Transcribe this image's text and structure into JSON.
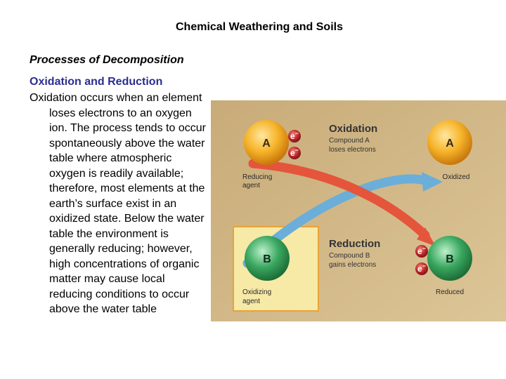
{
  "slide": {
    "title": "Chemical Weathering and Soils",
    "subtitle": "Processes of Decomposition",
    "heading": "Oxidation and Reduction",
    "body": "Oxidation occurs when an element loses electrons to an oxygen ion. The process tends to occur spontaneously above the water table where atmospheric oxygen is readily available; therefore, most elements at the earth’s surface exist in an oxidized state. Below the water table the environment is generally reducing; however, high concentrations of organic matter may cause local reducing conditions to occur above the water table"
  },
  "figure": {
    "atom_a": "A",
    "atom_b": "B",
    "electron": "e",
    "electron_sup": "−",
    "oxidation_title": "Oxidation",
    "oxidation_line1": "Compound A",
    "oxidation_line2": "loses electrons",
    "reduction_title": "Reduction",
    "reduction_line1": "Compound B",
    "reduction_line2": "gains electrons",
    "reducing_line1": "Reducing",
    "reducing_line2": "agent",
    "oxidizing_line1": "Oxidizing",
    "oxidizing_line2": "agent",
    "oxidized": "Oxidized",
    "reduced": "Reduced",
    "colors": {
      "background": "#d3b989",
      "highlight_box": "#f7e9a6",
      "highlight_border": "#e8a33a",
      "orange_atom": "#f3a318",
      "green_atom": "#2e9a52",
      "electron": "#c0282d",
      "red_arrow": "#e4553c",
      "blue_arrow": "#6aaed9"
    }
  }
}
